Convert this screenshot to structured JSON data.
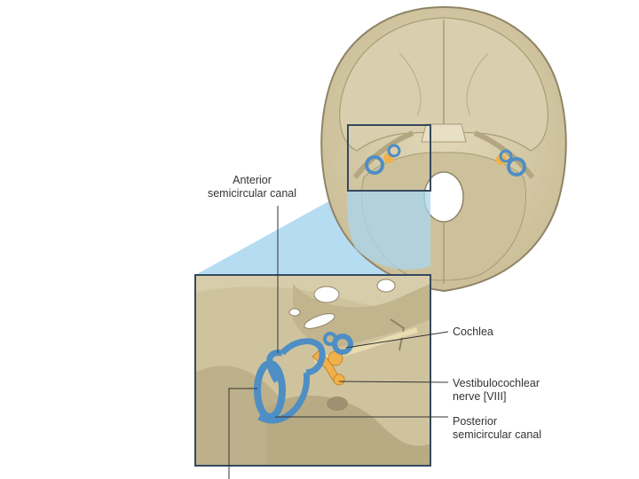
{
  "labels": {
    "anterior_canal": {
      "line1": "Anterior",
      "line2": "semicircular canal"
    },
    "cochlea": "Cochlea",
    "vestibulocochlear_nerve": {
      "line1": "Vestibulocochlear",
      "line2": "nerve [VIII]"
    },
    "posterior_canal": {
      "line1": "Posterior",
      "line2": "semicircular canal"
    }
  },
  "colors": {
    "bone": "#d6cba8",
    "bone_dark": "#b3a680",
    "canal_blue": "#4e8ec4",
    "nerve_orange": "#f0b14a",
    "highlight_blue": "#a9d6ef",
    "frame": "#34495e"
  }
}
